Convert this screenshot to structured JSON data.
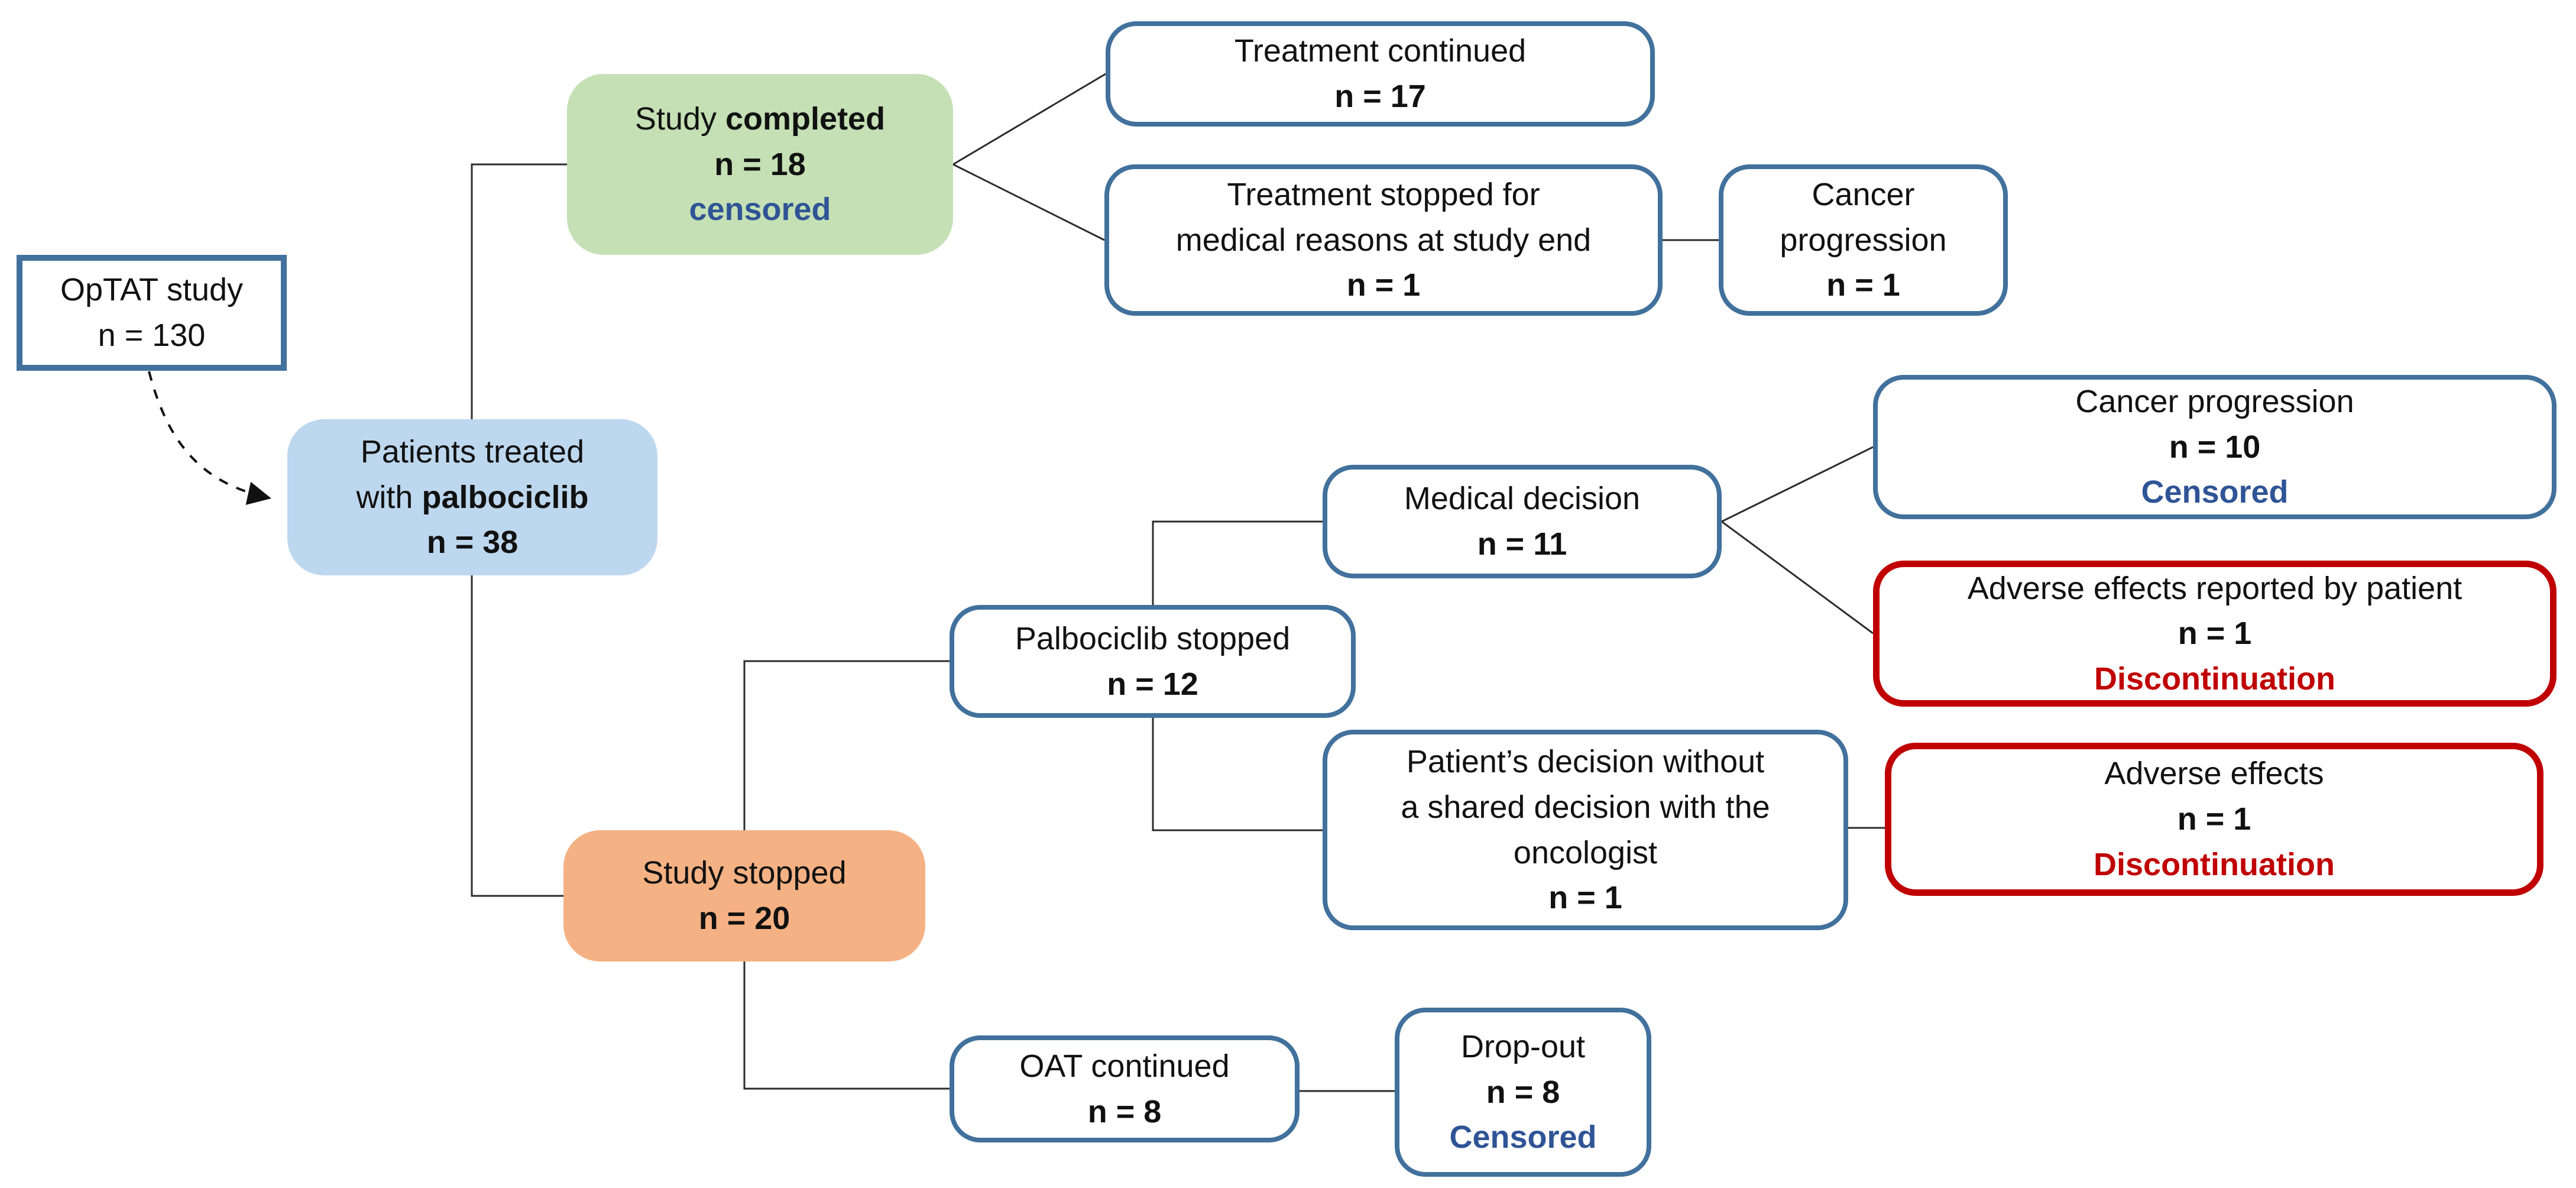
{
  "diagram": {
    "type": "flowchart",
    "nodes": {
      "optat": {
        "line1": "OpTAT study",
        "line2": "n = 130"
      },
      "patients_treated": {
        "line1": "Patients treated",
        "line2_pre": "with ",
        "line2_bold": "palbociclib",
        "line3": "n = 38"
      },
      "study_completed": {
        "line1_pre": "Study ",
        "line1_bold": "completed",
        "line2": "n = 18",
        "line3": "censored"
      },
      "treatment_continued": {
        "line1": "Treatment continued",
        "line2": "n = 17"
      },
      "treatment_stopped_medical": {
        "line1": "Treatment stopped for",
        "line2": "medical reasons at study end",
        "line3": "n = 1"
      },
      "cancer_progression_end": {
        "line1": "Cancer",
        "line2": "progression",
        "line3": "n = 1"
      },
      "medical_decision": {
        "line1": "Medical decision",
        "line2": "n = 11"
      },
      "cancer_progression_censored": {
        "line1": "Cancer progression",
        "line2": "n = 10",
        "line3": "Censored"
      },
      "adverse_effects_reported": {
        "line1": "Adverse effects reported by patient",
        "line2": "n = 1",
        "line3": "Discontinuation"
      },
      "palbociclib_stopped": {
        "line1": "Palbociclib stopped",
        "line2": "n = 12"
      },
      "patient_decision": {
        "line1": "Patient’s decision without",
        "line2": "a shared decision with the",
        "line3": "oncologist",
        "line4": "n = 1"
      },
      "adverse_effects": {
        "line1": "Adverse effects",
        "line2": "n = 1",
        "line3": "Discontinuation"
      },
      "study_stopped": {
        "line1": "Study stopped",
        "line2": "n = 20"
      },
      "oat_continued": {
        "line1": "OAT continued",
        "line2": "n = 8"
      },
      "drop_out": {
        "line1": "Drop-out",
        "line2": "n = 8",
        "line3": "Censored"
      }
    },
    "colors": {
      "box_fill_blue": "#BDD7EE",
      "box_fill_green": "#C5E0B4",
      "box_fill_orange": "#F4B183",
      "border_blue": "#41719C",
      "border_red": "#C00000",
      "text_censored_blue": "#2F5496",
      "text_discontinuation_red": "#C00000",
      "connector": "#2b2b2b"
    }
  }
}
